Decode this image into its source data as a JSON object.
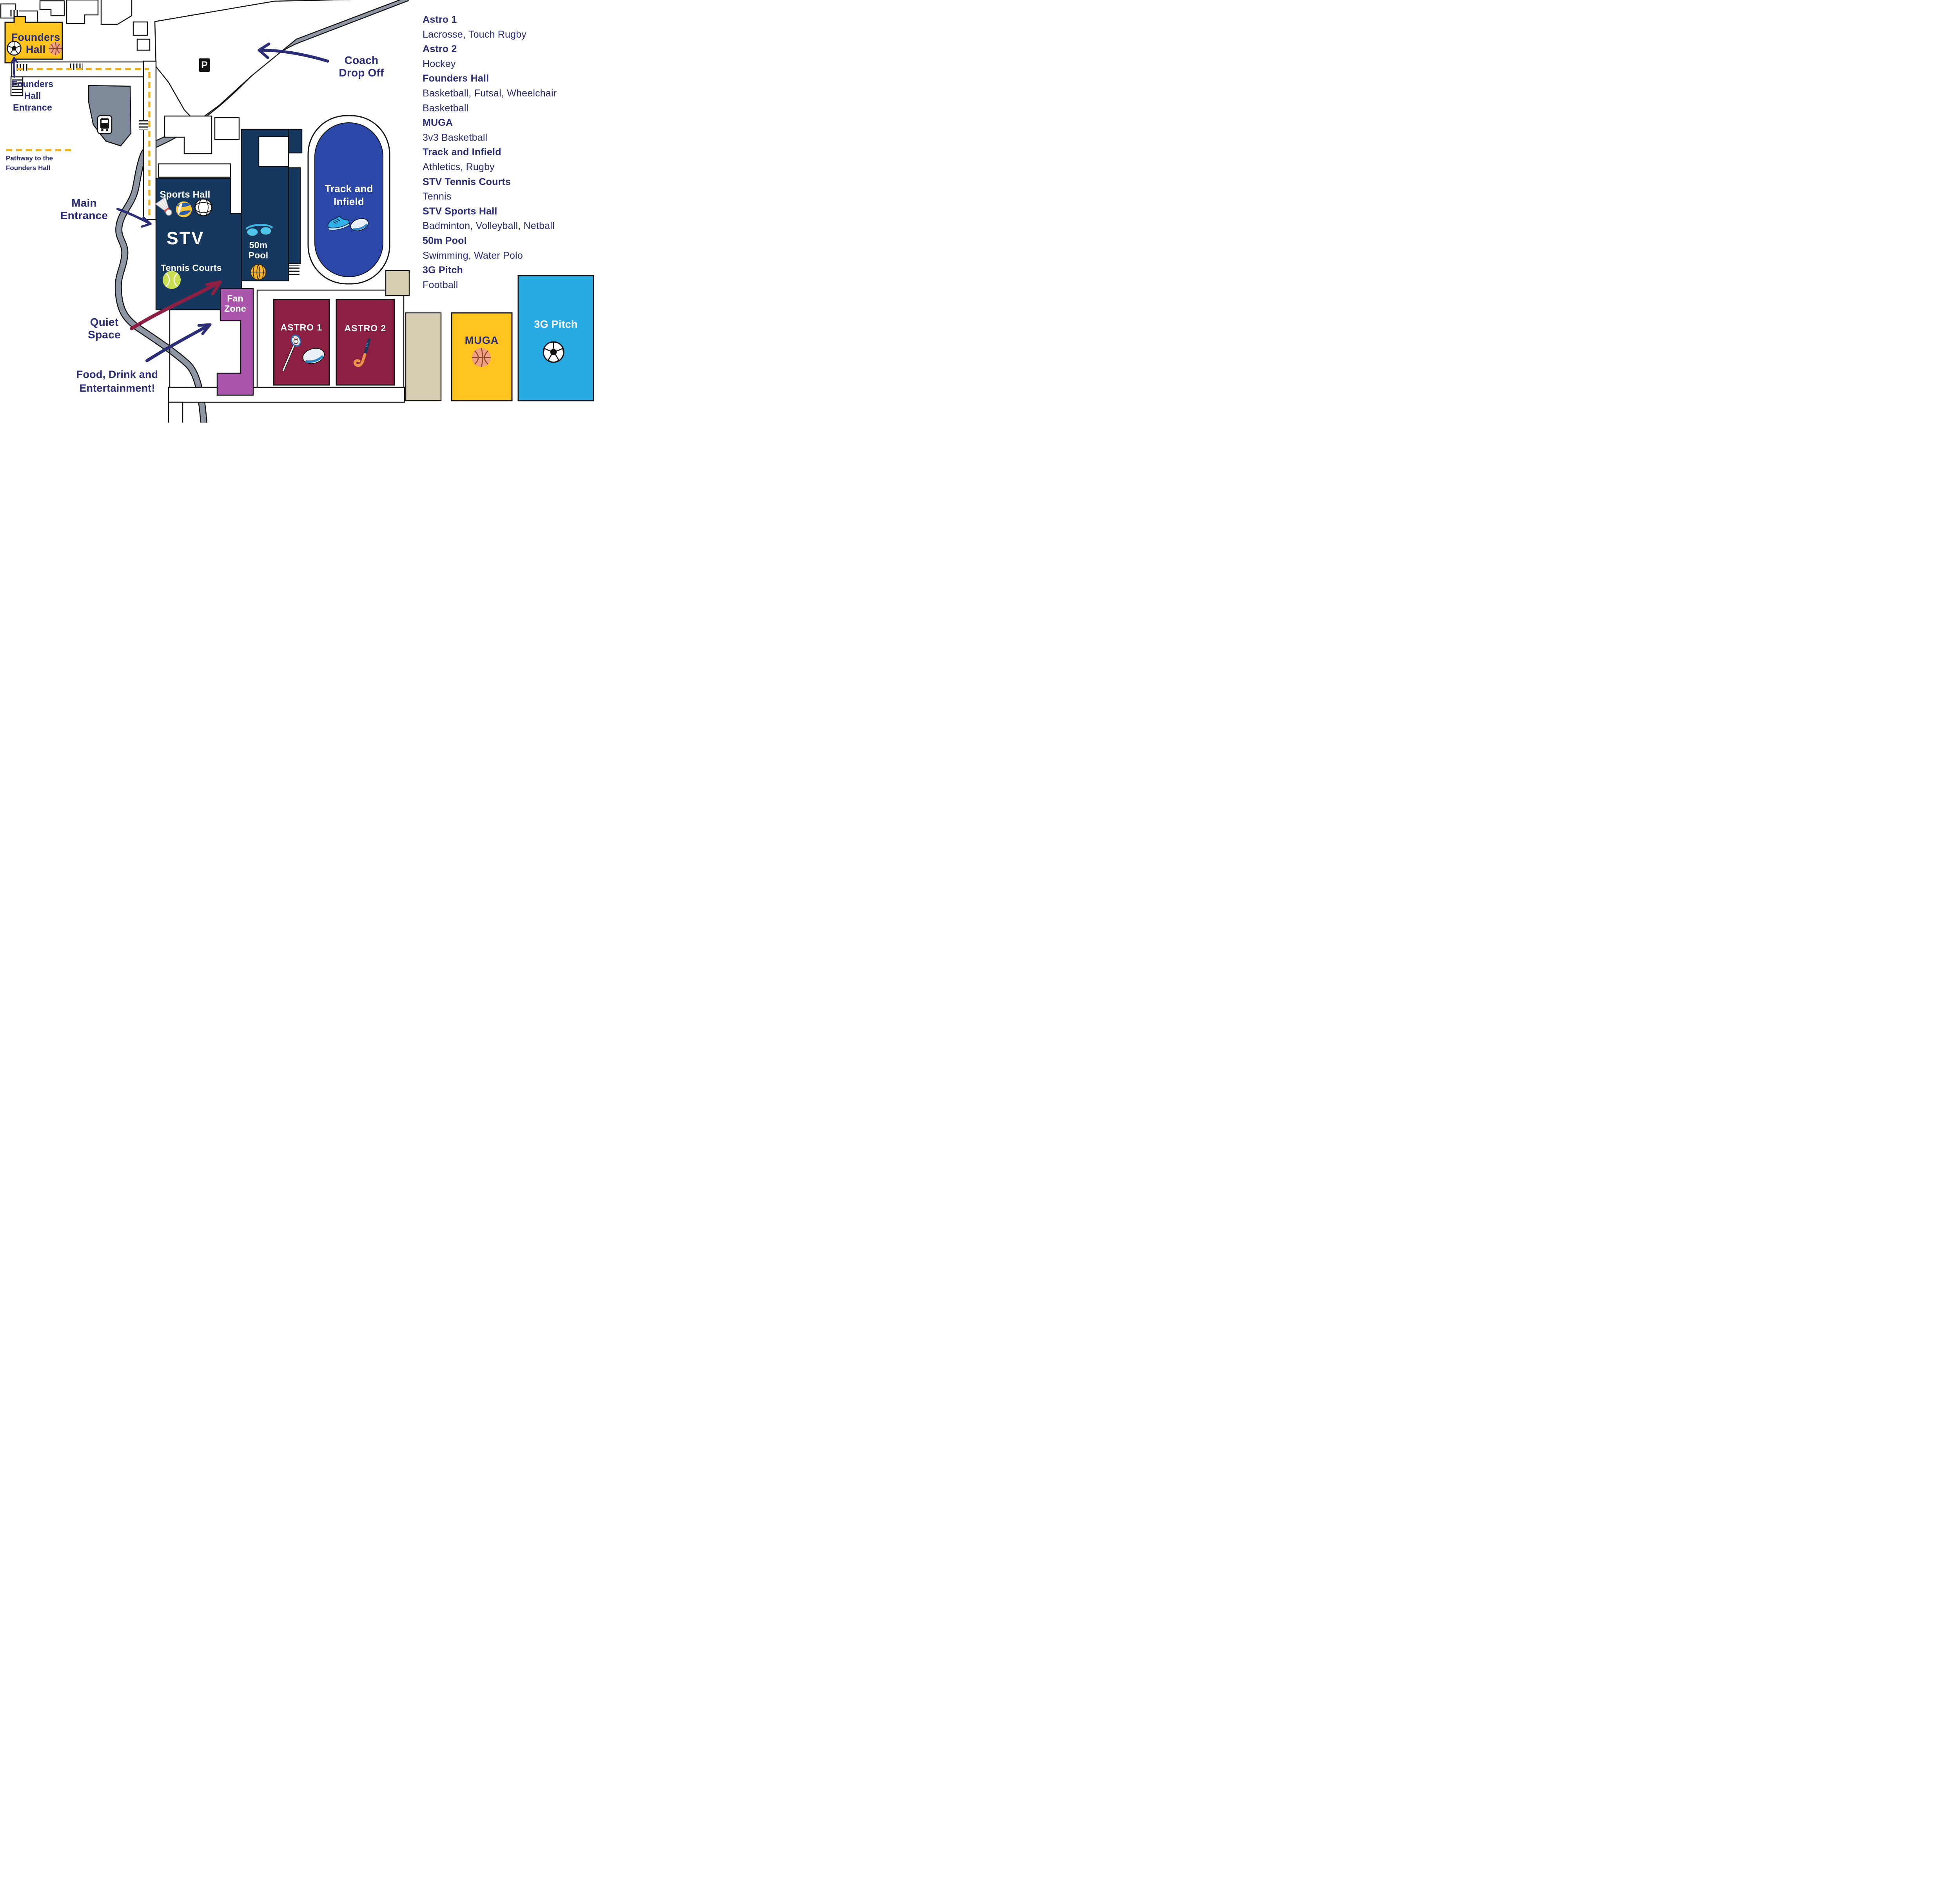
{
  "map": {
    "founders_hall": {
      "line1": "Founders",
      "line2": "Hall"
    },
    "founders_entrance": {
      "line1": "Founders",
      "line2": "Hall",
      "line3": "Entrance"
    },
    "pathway": {
      "line1": "Pathway to the",
      "line2": "Founders Hall"
    },
    "coach": {
      "line1": "Coach",
      "line2": "Drop Off"
    },
    "main_entrance": {
      "line1": "Main",
      "line2": "Entrance"
    },
    "quiet_space": {
      "line1": "Quiet",
      "line2": "Space"
    },
    "food": {
      "line1": "Food, Drink and",
      "line2": "Entertainment!"
    },
    "stv": {
      "name": "STV",
      "sports_hall": "Sports Hall",
      "tennis_courts": "Tennis Courts"
    },
    "pool": {
      "line1": "50m",
      "line2": "Pool"
    },
    "track": {
      "line1": "Track and",
      "line2": "Infield"
    },
    "fan_zone": {
      "line1": "Fan",
      "line2": "Zone"
    },
    "astro1": "ASTRO 1",
    "astro2": "ASTRO 2",
    "muga": "MUGA",
    "pitch3g": "3G Pitch",
    "parking": "P"
  },
  "legend": {
    "rows": [
      {
        "text": "Astro 1",
        "bold": true
      },
      {
        "text": "Lacrosse, Touch Rugby",
        "bold": false
      },
      {
        "text": "Astro 2",
        "bold": true
      },
      {
        "text": "Hockey",
        "bold": false
      },
      {
        "text": "Founders Hall",
        "bold": true
      },
      {
        "text": "Basketball, Futsal, Wheelchair",
        "bold": false
      },
      {
        "text": "Basketball",
        "bold": false
      },
      {
        "text": "MUGA",
        "bold": true
      },
      {
        "text": "3v3 Basketball",
        "bold": false
      },
      {
        "text": "Track and Infield",
        "bold": true
      },
      {
        "text": "Athletics, Rugby",
        "bold": false
      },
      {
        "text": "STV Tennis Courts",
        "bold": true
      },
      {
        "text": "Tennis",
        "bold": false
      },
      {
        "text": "STV Sports Hall",
        "bold": true
      },
      {
        "text": "Badminton, Volleyball, Netball",
        "bold": false
      },
      {
        "text": "50m Pool",
        "bold": true
      },
      {
        "text": "Swimming, Water Polo",
        "bold": false
      },
      {
        "text": "3G Pitch",
        "bold": true
      },
      {
        "text": "Football",
        "bold": false
      }
    ]
  },
  "icons": {
    "soccer_ball": "circle-pentagon",
    "basketball": "orange-circle-seams",
    "shuttlecock": "badminton-birdie",
    "volleyball_blue_yellow": "yellow-blue-ball",
    "netball": "white-seamed-ball",
    "tennis_ball": "green-seamed-ball",
    "swim_goggles": "two-blue-lenses",
    "water_polo_ball": "yellow-seamed-ball",
    "running_shoe": "blue-trainer",
    "rugby_ball": "white-blue-oval",
    "lacrosse_stick": "stick-with-net",
    "hockey_stick": "bent-stick",
    "bus": "bus-stop-glyph",
    "parking": "P-sign"
  },
  "colors": {
    "navy_text": "#2b2d77",
    "stv_navy": "#16375e",
    "track_blue": "#2b47a8",
    "astro_maroon": "#8c2043",
    "founders_yellow": "#ffc41d",
    "muga_yellow": "#ffc41d",
    "pitch_blue": "#29a9e1",
    "fanzone_purple": "#a855ab",
    "beige": "#d5cdb2",
    "road_gray": "#8d96a2",
    "slate_building": "#7e8a99",
    "dash_yellow": "#f2b21c",
    "maroon_arrow": "#8c2043",
    "outline_black": "#141414"
  }
}
